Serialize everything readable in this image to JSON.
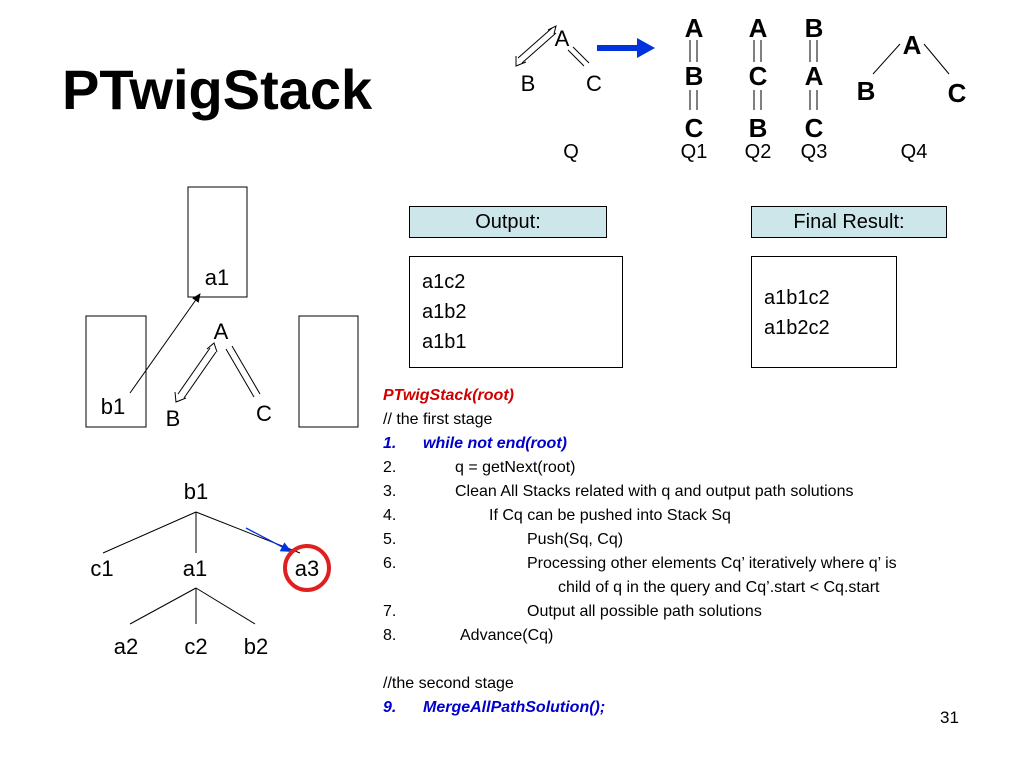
{
  "title": "PTwigStack",
  "top_queries": {
    "q": {
      "a": "A",
      "b": "B",
      "c": "C",
      "name": "Q"
    },
    "q1": {
      "n1": "A",
      "n2": "B",
      "n3": "C",
      "name": "Q1"
    },
    "q2": {
      "n1": "A",
      "n2": "C",
      "n3": "B",
      "name": "Q2"
    },
    "q3": {
      "n1": "B",
      "n2": "A",
      "n3": "C",
      "name": "Q3"
    },
    "q4": {
      "a": "A",
      "b": "B",
      "c": "C",
      "name": "Q4"
    }
  },
  "stacks": {
    "a1": "a1",
    "b1": "b1",
    "query_a": "A",
    "query_b": "B",
    "query_c": "C"
  },
  "tree": {
    "root": "b1",
    "c1": "c1",
    "a1": "a1",
    "a3": "a3",
    "a2": "a2",
    "c2": "c2",
    "b2": "b2"
  },
  "output": {
    "header": "Output:",
    "lines": [
      "a1c2",
      "a1b2",
      "a1b1"
    ]
  },
  "final_result": {
    "header": "Final Result:",
    "lines": [
      "a1b1c2",
      "a1b2c2"
    ]
  },
  "code": {
    "title": "PTwigStack(root)",
    "comment1": "// the first stage",
    "lines": [
      {
        "num": "1.",
        "text": "while not end(root)"
      },
      {
        "num": "2.",
        "text": "q = getNext(root)"
      },
      {
        "num": "3.",
        "text": "Clean All Stacks related with q and output path solutions"
      },
      {
        "num": "4.",
        "text": "If Cq can be pushed into Stack Sq"
      },
      {
        "num": "5.",
        "text": "Push(Sq, Cq)"
      },
      {
        "num": "6.",
        "text": "Processing other elements Cq’ iteratively where q’ is"
      },
      {
        "num": "",
        "text": "child of q in the query and Cq’.start < Cq.start"
      },
      {
        "num": "7.",
        "text": "Output all possible path solutions"
      },
      {
        "num": "8.",
        "text": "Advance(Cq)"
      }
    ],
    "comment2": "//the second stage",
    "line9": {
      "num": "9.",
      "text": "MergeAllPathSolution();"
    }
  },
  "page_number": "31",
  "colors": {
    "arrow_blue": "#0033dd",
    "highlight_red": "#e02020",
    "header_fill": "#cde6ea",
    "code_red": "#d00000",
    "code_blue": "#0000cc"
  }
}
